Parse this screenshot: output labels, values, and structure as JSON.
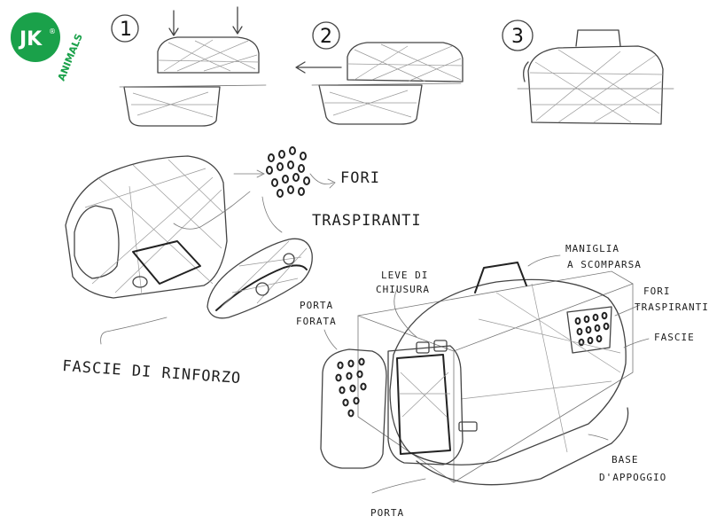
{
  "logo": {
    "mark": "JK",
    "registered": "®",
    "subtitle": "ANIMALS",
    "color": "#1aa14a"
  },
  "steps": [
    "1",
    "2",
    "3"
  ],
  "labels": {
    "fori_traspiranti_top": [
      "FORI",
      "TRASPIRANTI"
    ],
    "fascie_di_rinforzo": "FASCIE DI RINFORZO",
    "maniglia": [
      "MANIGLIA",
      "A SCOMPARSA"
    ],
    "leve": [
      "LEVE DI",
      "CHIUSURA"
    ],
    "fori_traspiranti_right": [
      "FORI",
      "TRASPIRANTI"
    ],
    "porta_forata": [
      "PORTA",
      "FORATA"
    ],
    "fascie": "FASCIE",
    "base": [
      "BASE",
      "D'APPOGGIO"
    ],
    "porta": "PORTA"
  },
  "icons": {
    "arrow": "arrow-icon"
  }
}
